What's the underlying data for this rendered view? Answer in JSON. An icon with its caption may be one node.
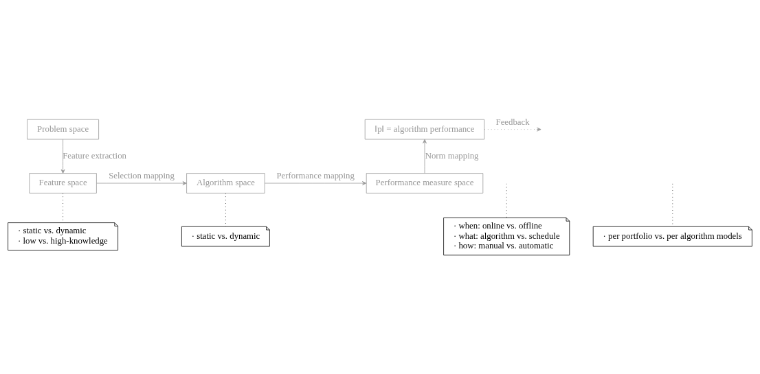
{
  "diagram": {
    "nodes": [
      {
        "text": [
          "Problem space"
        ]
      },
      {
        "text": [
          "Feature space"
        ]
      },
      {
        "text": [
          "Algorithm space"
        ]
      },
      {
        "text": [
          "Performance measure space"
        ]
      },
      {
        "text": [
          "‖p‖ = algorithm performance"
        ]
      },
      {
        "text": [
          "· static vs. dynamic",
          "· low vs. high-knowledge"
        ]
      },
      {
        "text": [
          "· static vs. dynamic"
        ]
      },
      {
        "text": [
          "· when: online vs. offline",
          "· what: algorithm vs. schedule",
          "· how: manual vs. automatic"
        ]
      },
      {
        "text": [
          "· per portfolio vs. per algorithm models"
        ]
      }
    ],
    "edges": [
      {
        "from": 0,
        "to": 1,
        "arrow": "to",
        "label": "Feature extraction"
      },
      {
        "from": 1,
        "to": 2,
        "arrow": "to",
        "label": "Selection mapping"
      },
      {
        "from": 2,
        "to": 3,
        "arrow": "to",
        "label": "Performance mapping"
      },
      {
        "from": 3,
        "to": 4,
        "arrow": "to",
        "label": "Norm mapping"
      },
      {
        "from": 4,
        "to": null,
        "arrow": "to",
        "label": "Feedback",
        "style": "dashed"
      },
      {
        "from": 1,
        "to": 5,
        "arrow": "none",
        "style": "dashed",
        "color": "#000000"
      },
      {
        "from": null,
        "to": 7,
        "arrow": "none",
        "style": "dashed",
        "color": "#000000"
      },
      {
        "from": 2,
        "to": 6,
        "arrow": "none",
        "style": "dashed",
        "color": "#000000"
      },
      {
        "from": null,
        "to": 8,
        "arrow": "none",
        "style": "dashed",
        "color": "#000000"
      }
    ]
  }
}
